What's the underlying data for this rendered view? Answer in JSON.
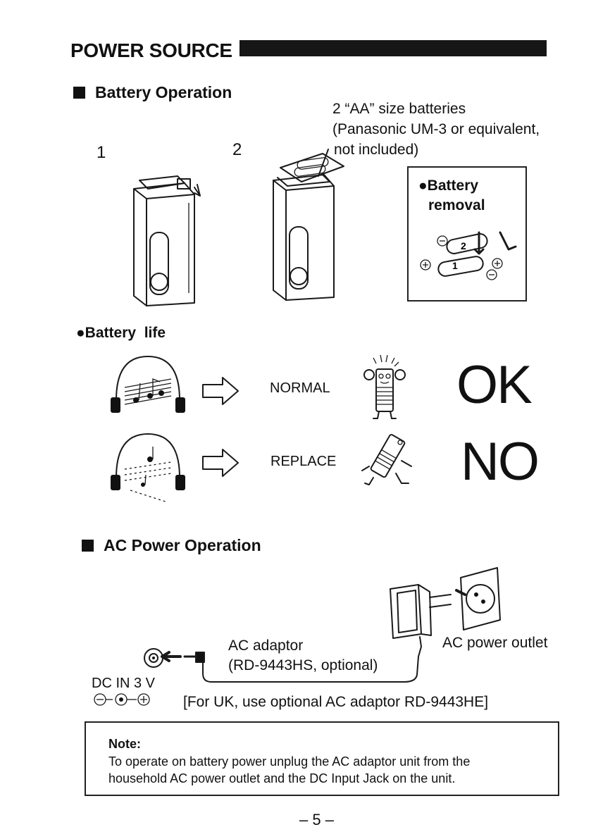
{
  "header": {
    "title": "POWER SOURCE"
  },
  "battery_operation": {
    "heading": "Battery Operation",
    "step1": "1",
    "step2": "2",
    "battery_note_lines": [
      "2 “AA” size batteries",
      "(Panasonic UM-3 or equivalent,",
      "not included)"
    ],
    "removal_lines": [
      "●Battery",
      "removal"
    ]
  },
  "battery_life": {
    "heading": "●Battery  life",
    "rows": [
      {
        "label": "NORMAL",
        "verdict": "OK"
      },
      {
        "label": "REPLACE",
        "verdict": "NO"
      }
    ]
  },
  "ac_power": {
    "heading": "AC Power Operation",
    "adaptor_line1": "AC adaptor",
    "adaptor_line2": "(RD-9443HS, optional)",
    "outlet_label": "AC power outlet",
    "dc_label": "DC IN 3 V",
    "uk_note": "[For UK, use optional AC adaptor RD-9443HE]"
  },
  "note": {
    "label": "Note:",
    "line1": "To operate on battery power unplug the AC adaptor unit from the",
    "line2": "household AC power outlet and the DC Input Jack on the unit."
  },
  "footer": {
    "page_number": "– 5 –"
  }
}
